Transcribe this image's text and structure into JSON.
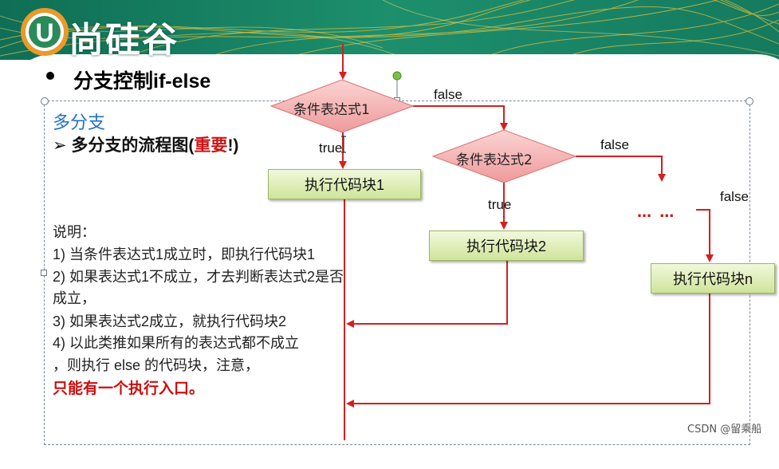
{
  "brand": {
    "logo_letter": "U",
    "logo_text": "尚硅谷"
  },
  "slide": {
    "title": "分支控制if-else",
    "subtitle": "多分支",
    "subheading_prefix": "➢ 多分支的流程图(",
    "subheading_emphasis": "重要",
    "subheading_suffix": "!)",
    "description": [
      "说明：",
      "1) 当条件表达式1成立时，即执行代码块1",
      "2) 如果表达式1不成立，才去判断表达式2是否",
      "成立，",
      "3) 如果表达式2成立，就执行代码块2",
      "4) 以此类推如果所有的表达式都不成立",
      "，则执行 else 的代码块，注意，"
    ],
    "description_emphasis": "只能有一个执行入口。"
  },
  "flowchart": {
    "condition1": "条件表达式1",
    "condition2": "条件表达式2",
    "block1": "执行代码块1",
    "block2": "执行代码块2",
    "blockn": "执行代码块n",
    "true_label_1": "true",
    "true_label_2": "true",
    "false_label_1": "false",
    "false_label_2": "false",
    "false_label_3": "false",
    "ellipsis": "… …"
  },
  "watermark": "CSDN @留乘船",
  "colors": {
    "arrow": "#d42020",
    "diamond_fill": "#f6b9b9",
    "box_fill": "#d9eaa9",
    "banner": "#1a8a6a",
    "accent_blue": "#1f72c4",
    "accent_red": "#cc1515"
  }
}
